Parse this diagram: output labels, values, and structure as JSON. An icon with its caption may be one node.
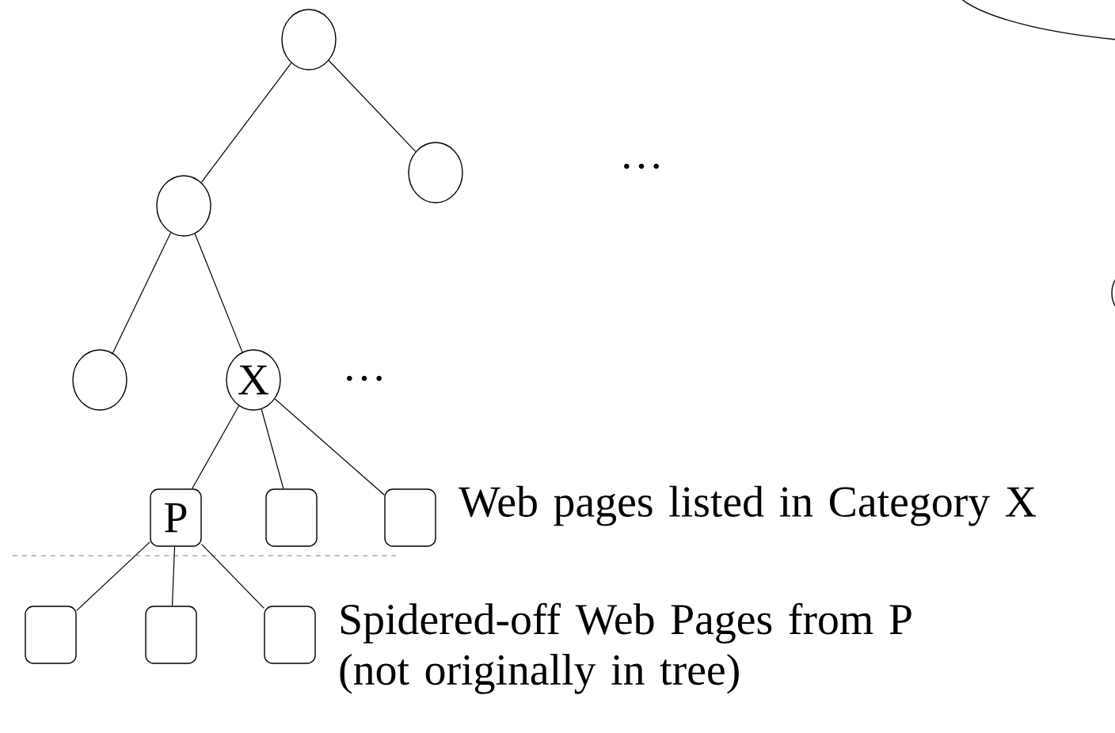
{
  "diagram": {
    "nodes": [
      {
        "text": [],
        "shape": "circle"
      },
      {
        "text": [],
        "shape": "circle"
      },
      {
        "text": [],
        "shape": "circle"
      },
      {
        "text": [],
        "shape": "circle"
      },
      {
        "text": [
          "X"
        ]
      },
      {
        "text": [
          "P"
        ]
      },
      {
        "text": [],
        "shape": "box"
      },
      {
        "text": [],
        "shape": "box",
        "beside": [
          "Web pages listed in Category X"
        ]
      },
      {
        "text": [],
        "shape": "box"
      },
      {
        "text": [],
        "shape": "box"
      },
      {
        "text": [],
        "shape": "box",
        "beside": [
          "Spidered-off Web Pages from P (not originally in tree)"
        ]
      }
    ],
    "edges": [
      {
        "from": 0,
        "to": 1,
        "arrow": "none"
      },
      {
        "from": 0,
        "to": 2,
        "arrow": "none"
      },
      {
        "from": 2,
        "to": 3,
        "arrow": "none"
      },
      {
        "from": 2,
        "to": 4,
        "arrow": "none"
      },
      {
        "from": 4,
        "to": 5,
        "arrow": "none"
      },
      {
        "from": 4,
        "to": 6,
        "arrow": "none"
      },
      {
        "from": 4,
        "to": 7,
        "arrow": "none"
      },
      {
        "from": 5,
        "to": 8,
        "arrow": "none"
      },
      {
        "from": 5,
        "to": 9,
        "arrow": "none"
      },
      {
        "from": 5,
        "to": 10,
        "arrow": "none"
      }
    ],
    "labels": [
      "…",
      "…"
    ]
  }
}
